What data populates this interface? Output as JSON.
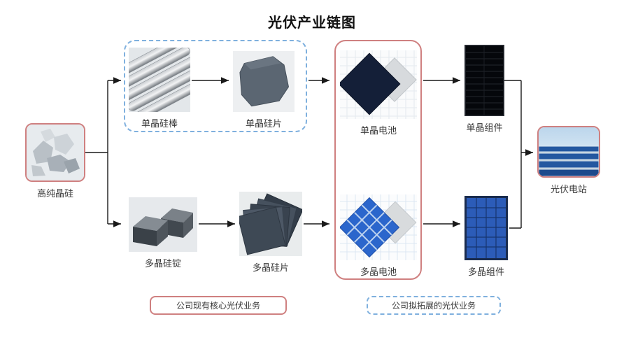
{
  "title": "光伏产业链图",
  "nodes": {
    "silicon": {
      "label": "高纯晶硅",
      "image": "silicon-chunks-photo"
    },
    "mono_rod": {
      "label": "单晶硅棒",
      "image": "mono-silicon-rods-photo"
    },
    "mono_wafer": {
      "label": "单晶硅片",
      "image": "mono-silicon-wafer-photo"
    },
    "mono_cell": {
      "label": "单晶电池",
      "image": "mono-solar-cell-photo"
    },
    "mono_module": {
      "label": "单晶组件",
      "image": "mono-solar-module-photo"
    },
    "multi_ingot": {
      "label": "多晶硅锭",
      "image": "multi-silicon-ingot-photo"
    },
    "multi_wafer": {
      "label": "多晶硅片",
      "image": "multi-silicon-wafers-photo"
    },
    "multi_cell": {
      "label": "多晶电池",
      "image": "multi-solar-cell-photo"
    },
    "multi_module": {
      "label": "多晶组件",
      "image": "multi-solar-module-photo"
    },
    "plant": {
      "label": "光伏电站",
      "image": "pv-power-station-photo"
    }
  },
  "legend": {
    "existing": "公司现有核心光伏业务",
    "planned": "公司拟拓展的光伏业务"
  },
  "colors": {
    "existing_border": "#cf8080",
    "planned_border": "#7fb0de",
    "arrow": "#1a1a1a"
  }
}
